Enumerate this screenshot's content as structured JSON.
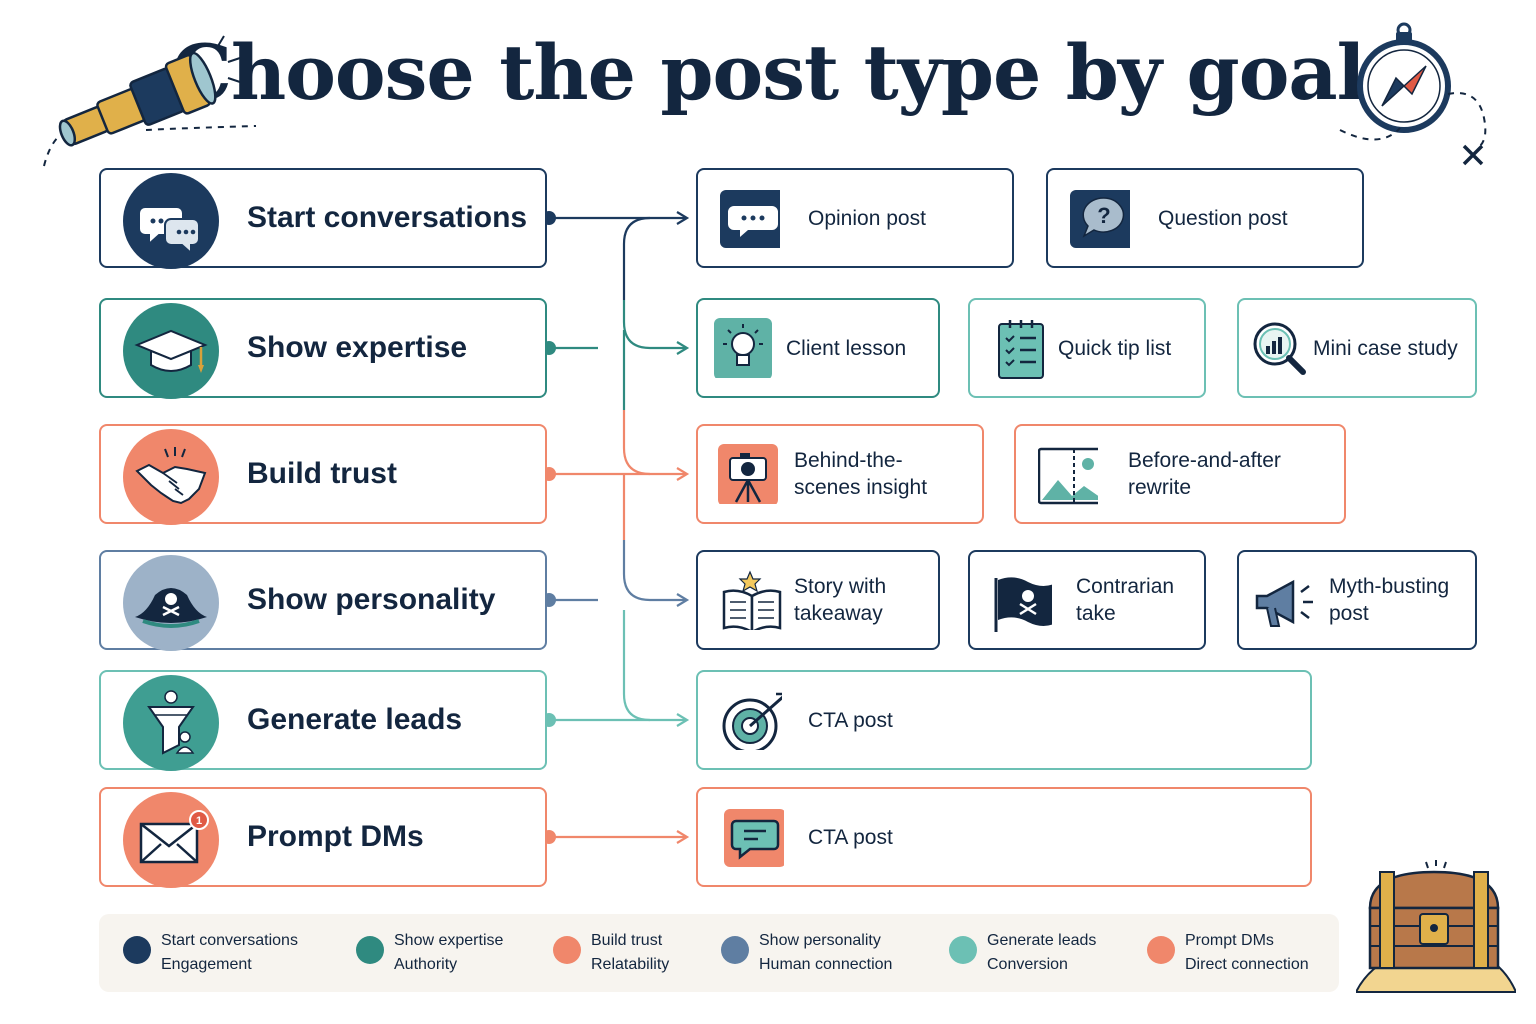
{
  "title": "Choose the post type by goal",
  "colors": {
    "navy": "#1c3a5e",
    "teal": "#2f8a80",
    "coral": "#f0876b",
    "slate": "#5f7ea2",
    "mint": "#6cc0b4"
  },
  "goals": [
    {
      "label": "Start conversations",
      "icon": "chat-bubbles-icon",
      "color": "#1c3a5e"
    },
    {
      "label": "Show expertise",
      "icon": "graduation-cap-icon",
      "color": "#2f8a80"
    },
    {
      "label": "Build trust",
      "icon": "handshake-icon",
      "color": "#f0876b"
    },
    {
      "label": "Show personality",
      "icon": "pirate-hat-icon",
      "color": "#5f7ea2"
    },
    {
      "label": "Generate leads",
      "icon": "funnel-icon",
      "color": "#6cc0b4"
    },
    {
      "label": "Prompt DMs",
      "icon": "envelope-icon",
      "color": "#f0876b"
    }
  ],
  "post_types": [
    {
      "label": "Opinion post",
      "icon": "speech-bubble-icon",
      "goal": "Start conversations"
    },
    {
      "label": "Question post",
      "icon": "question-bubble-icon",
      "goal": "Start conversations"
    },
    {
      "label": "Client lesson",
      "icon": "lightbulb-icon",
      "goal": "Show expertise"
    },
    {
      "label": "Quick tip list",
      "icon": "checklist-icon",
      "goal": "Show expertise"
    },
    {
      "label": "Mini case study",
      "icon": "magnifier-chart-icon",
      "goal": "Show expertise"
    },
    {
      "label": "Behind-the-\nscenes insight",
      "icon": "camera-tripod-icon",
      "goal": "Build trust"
    },
    {
      "label": "Before-and-after\nrewrite",
      "icon": "split-image-icon",
      "goal": "Build trust"
    },
    {
      "label": "Story with\ntakeaway",
      "icon": "open-book-icon",
      "goal": "Show personality"
    },
    {
      "label": "Contrarian\ntake",
      "icon": "pirate-flag-icon",
      "goal": "Show personality"
    },
    {
      "label": "Myth-busting\npost",
      "icon": "megaphone-icon",
      "goal": "Show personality"
    },
    {
      "label": "CTA post",
      "icon": "target-icon",
      "goal": "Generate leads"
    },
    {
      "label": "CTA post",
      "icon": "message-icon",
      "goal": "Prompt DMs"
    }
  ],
  "legend": [
    {
      "name": "Start conversations",
      "desc": "Engagement",
      "color": "#1c3a5e"
    },
    {
      "name": "Show expertise",
      "desc": "Authority",
      "color": "#2f8a80"
    },
    {
      "name": "Build trust",
      "desc": "Relatability",
      "color": "#f0876b"
    },
    {
      "name": "Show personality",
      "desc": "Human connection",
      "color": "#5f7ea2"
    },
    {
      "name": "Generate leads",
      "desc": "Conversion",
      "color": "#6cc0b4"
    },
    {
      "name": "Prompt DMs",
      "desc": "Direct connection",
      "color": "#f0876b"
    }
  ],
  "decorations": [
    "spyglass-icon",
    "compass-icon",
    "treasure-chest-icon",
    "x-mark-icon"
  ]
}
